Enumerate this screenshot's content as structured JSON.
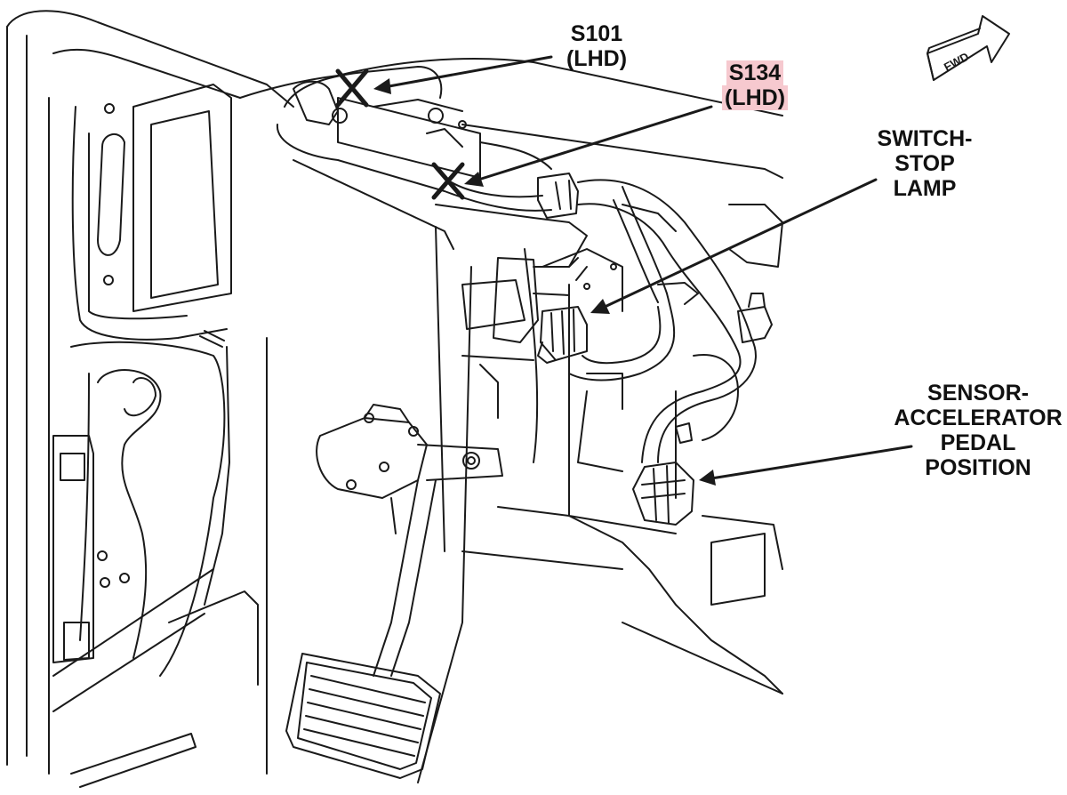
{
  "labels": {
    "s101": {
      "line1": "S101",
      "line2": "(LHD)"
    },
    "s134": {
      "line1": "S134",
      "line2": "(LHD)"
    },
    "switch_stop_lamp": {
      "line1": "SWITCH-",
      "line2": "STOP",
      "line3": "LAMP"
    },
    "sensor_app": {
      "line1": "SENSOR-",
      "line2": "ACCELERATOR",
      "line3": "PEDAL",
      "line4": "POSITION"
    }
  },
  "fwd_arrow": {
    "text": "FWD"
  },
  "colors": {
    "line": "#1a1a1a",
    "highlight": "#f6c9cf",
    "background": "#ffffff"
  }
}
